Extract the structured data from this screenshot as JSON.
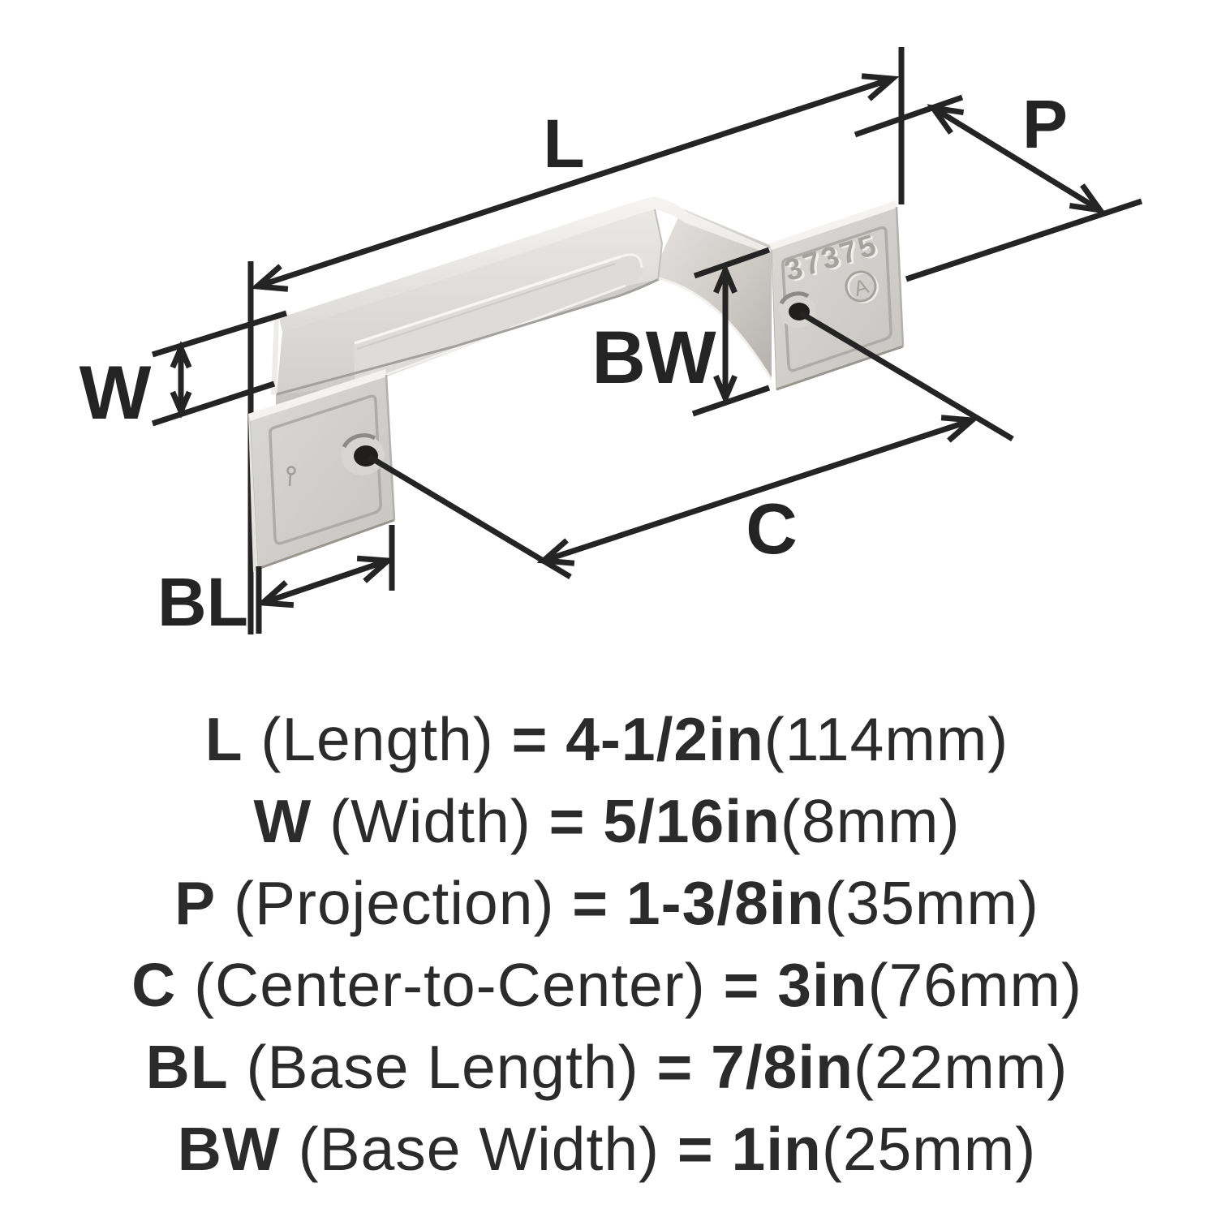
{
  "diagram": {
    "dimension_labels": {
      "length": "L",
      "width": "W",
      "projection": "P",
      "center_to_center": "C",
      "base_length": "BL",
      "base_width": "BW"
    },
    "part_markings": {
      "model_number": "37375",
      "logo_letter": "A"
    },
    "colors": {
      "dimension_line": "#242424",
      "text": "#2b2b2b",
      "metal_highlight": "#f4f3f1",
      "metal_mid": "#d8d6d3",
      "metal_shadow": "#b5b3af",
      "screw_hole": "#201f1e"
    }
  },
  "legend": {
    "rows": [
      {
        "label": "L",
        "name": " (Length) ",
        "value": "= 4-1/2in",
        "metric": "(114mm)"
      },
      {
        "label": "W",
        "name": " (Width) ",
        "value": "= 5/16in",
        "metric": "(8mm)"
      },
      {
        "label": "P",
        "name": " (Projection) ",
        "value": "= 1-3/8in",
        "metric": "(35mm)"
      },
      {
        "label": "C",
        "name": " (Center-to-Center) ",
        "value": "= 3in",
        "metric": "(76mm)"
      },
      {
        "label": "BL",
        "name": " (Base Length) ",
        "value": "= 7/8in",
        "metric": "(22mm)"
      },
      {
        "label": "BW",
        "name": " (Base Width) ",
        "value": "= 1in",
        "metric": "(25mm)"
      }
    ]
  }
}
